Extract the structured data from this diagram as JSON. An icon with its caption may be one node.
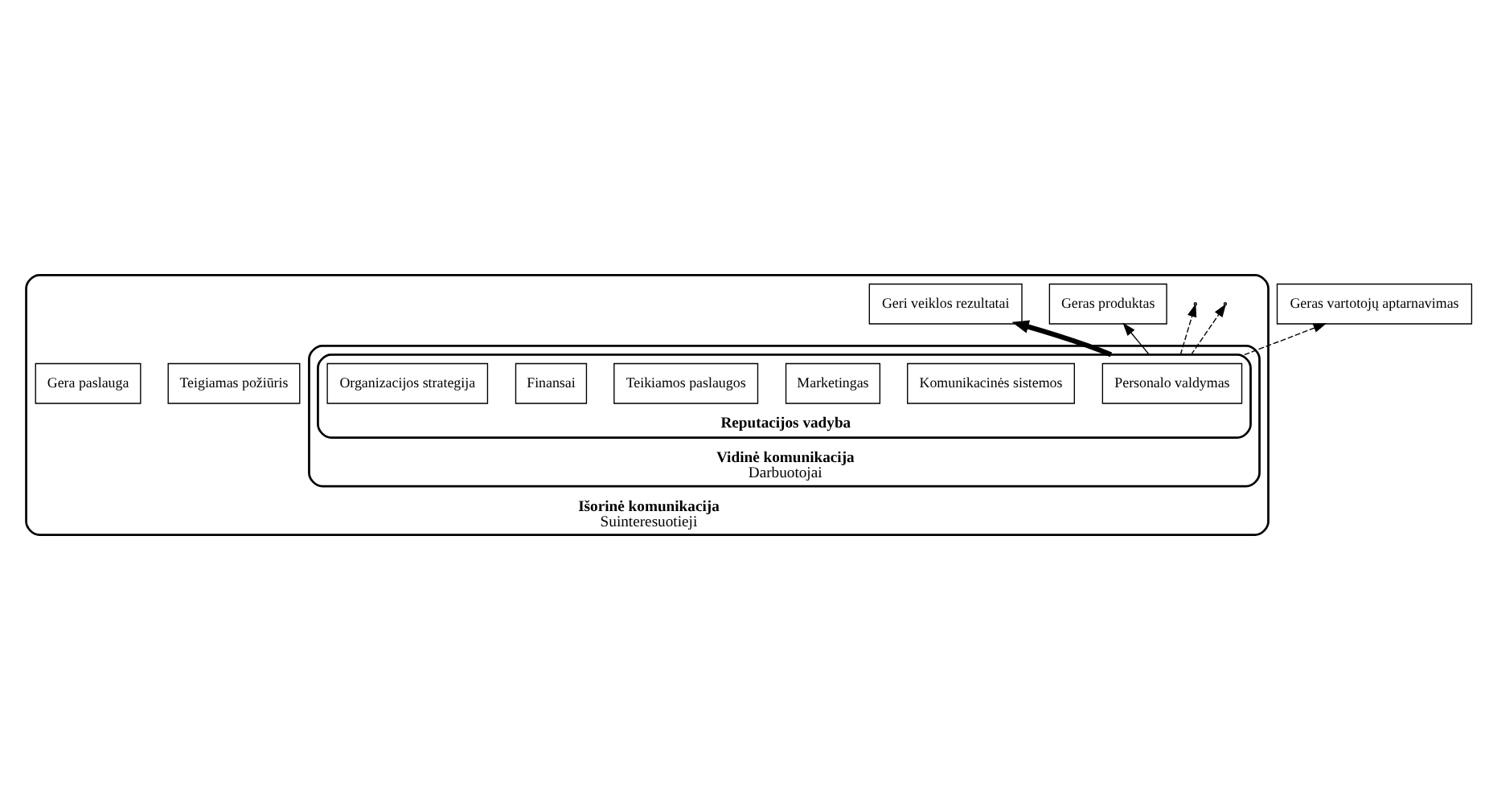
{
  "diagram": {
    "nodes": [
      {
        "text": [
          "Išorinė komunikacija",
          "Suinteresuotieji"
        ]
      },
      {
        "text": [
          "Geri veiklos rezultatai"
        ],
        "in": 0
      },
      {
        "text": [
          "Teigiamas požiūris"
        ],
        "in": 0
      },
      {
        "text": [
          "Gera paslauga"
        ],
        "in": 0
      },
      {
        "text": [
          "Geras produktas"
        ],
        "in": 0
      },
      {
        "text": [
          "Vidinė komunikacija",
          "Darbuotojai"
        ],
        "in": 0
      },
      {
        "text": [
          "Geras vartotojų aptarnavimas"
        ]
      },
      {
        "text": [
          "Reputacijos vadyba"
        ],
        "in": 5
      },
      {
        "text": [
          "Personalo valdymas"
        ],
        "in": 7
      },
      {
        "text": [
          "Komunikacinės sistemos"
        ],
        "in": 7
      },
      {
        "text": [
          "Marketingas"
        ],
        "in": 7
      },
      {
        "text": [
          "Teikiamos paslaugos"
        ],
        "in": 7
      },
      {
        "text": [
          "Finansai"
        ],
        "in": 7
      },
      {
        "text": [
          "Organizacijos strategija"
        ],
        "in": 7
      }
    ],
    "edges": [
      {
        "from": 7,
        "to": null,
        "arrow": "to",
        "style": "dashed"
      },
      {
        "from": 7,
        "to": null,
        "arrow": "to",
        "style": "dashed"
      },
      {
        "from": 7,
        "to": 1,
        "arrow": "to",
        "style": "thick"
      },
      {
        "from": 7,
        "to": 4,
        "arrow": "to"
      },
      {
        "from": 7,
        "to": 6,
        "arrow": "to",
        "style": "dashed"
      }
    ]
  }
}
